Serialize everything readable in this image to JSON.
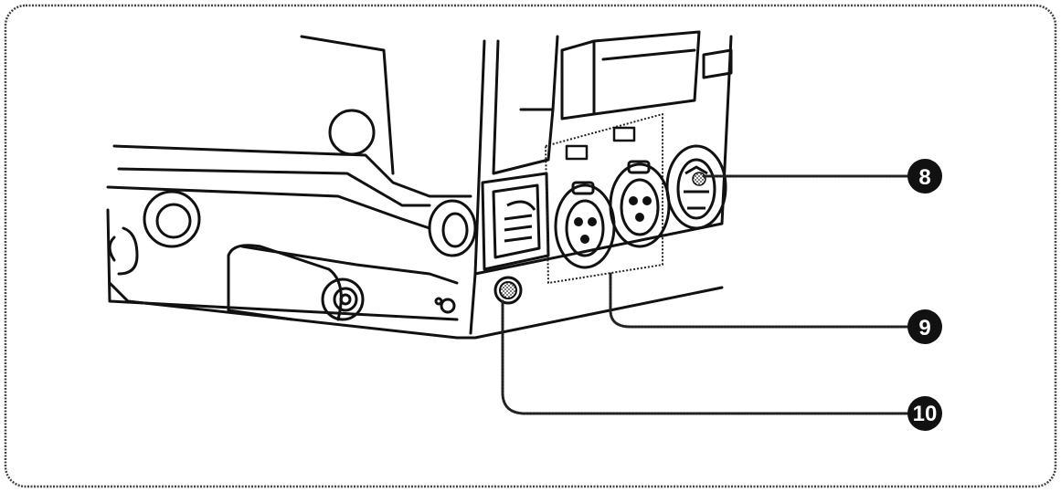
{
  "colors": {
    "ink": "#111111",
    "paper": "#ffffff",
    "frame": "#444444",
    "callout_fill": "#111111",
    "callout_text": "#ffffff"
  },
  "callouts": [
    {
      "label": "8"
    },
    {
      "label": "9"
    },
    {
      "label": "10"
    }
  ]
}
